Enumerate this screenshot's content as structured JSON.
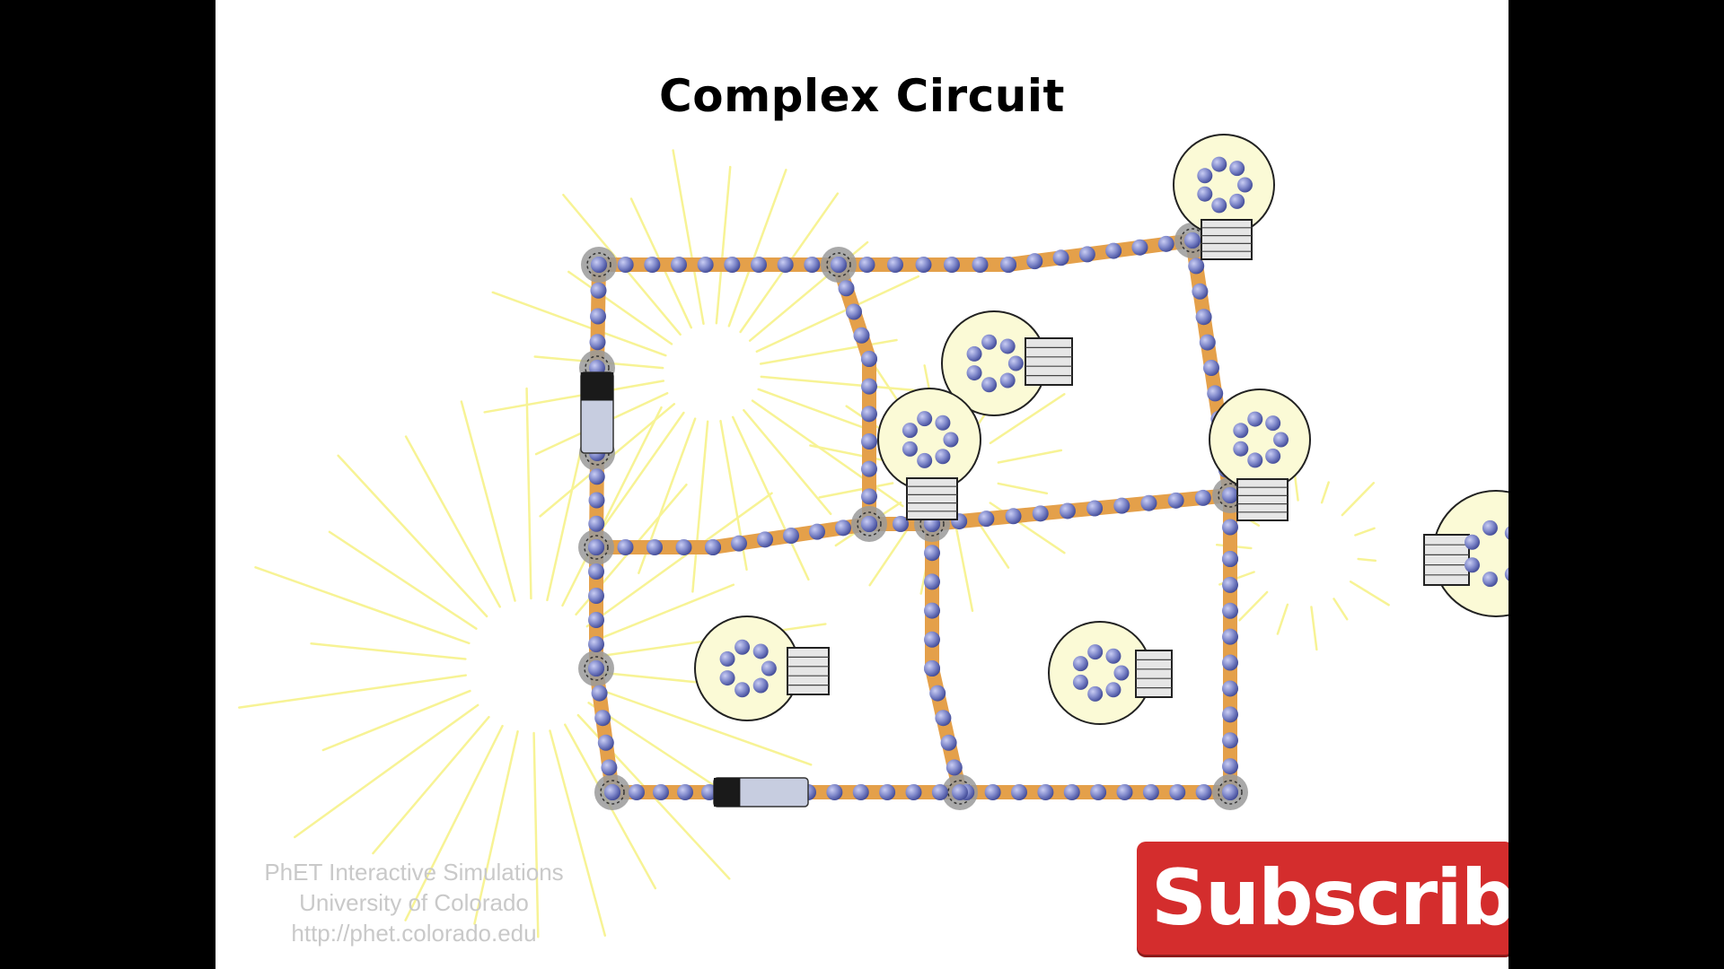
{
  "video": {
    "title": "Complex Circuit",
    "credits": {
      "line1": "PhET Interactive Simulations",
      "line2": "University of Colorado",
      "line3": "http://phet.colorado.edu"
    },
    "subscribe_label": "Subscribe"
  },
  "circuit": {
    "components": {
      "bulbs": 7,
      "batteries": 2
    },
    "colors": {
      "wire": "#e4a04a",
      "electron": "#7d86c9",
      "bulb_glass": "#fbfad6",
      "light_rays": "#f7f28a",
      "subscribe_button": "#d42d2d"
    }
  }
}
